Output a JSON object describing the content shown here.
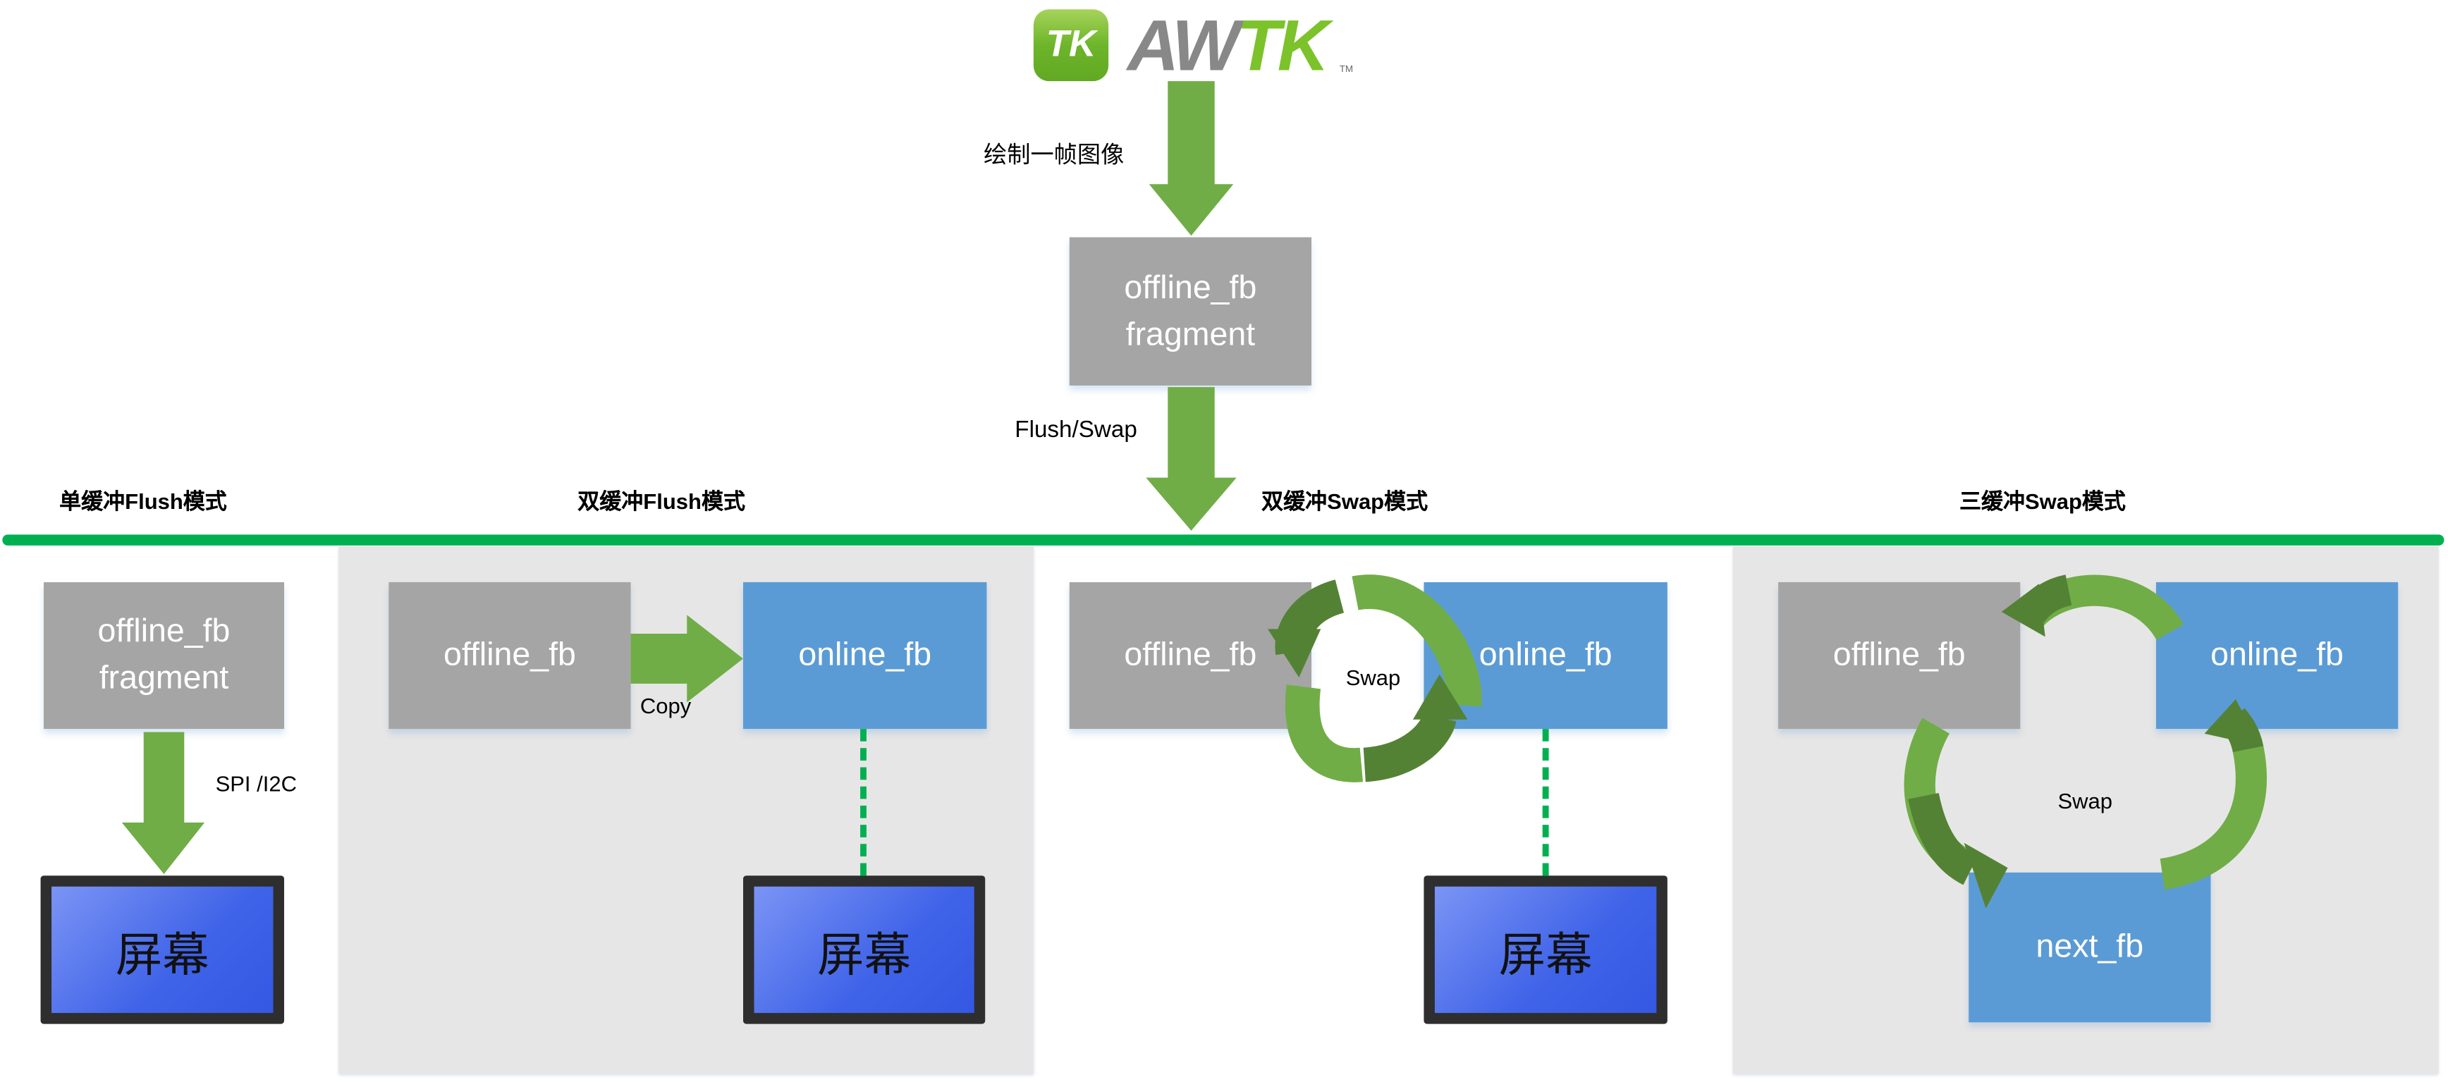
{
  "logo": {
    "icon_text": "TK",
    "brand": "AWTK",
    "tm": "TM"
  },
  "top": {
    "draw_label": "绘制一帧图像",
    "fragment_box": [
      "offline_fb",
      "fragment"
    ],
    "flush_label": "Flush/Swap"
  },
  "sections": [
    {
      "title": "单缓冲Flush模式",
      "box": [
        "offline_fb",
        "fragment"
      ],
      "link_label": "SPI /I2C",
      "screen": "屏幕"
    },
    {
      "title": "双缓冲Flush模式",
      "offline": "offline_fb",
      "online": "online_fb",
      "link_label": "Copy",
      "screen": "屏幕"
    },
    {
      "title": "双缓冲Swap模式",
      "offline": "offline_fb",
      "online": "online_fb",
      "link_label": "Swap",
      "screen": "屏幕"
    },
    {
      "title": "三缓冲Swap模式",
      "offline": "offline_fb",
      "online": "online_fb",
      "next": "next_fb",
      "link_label": "Swap"
    }
  ],
  "colors": {
    "arrow": "#70ad47",
    "arrow_dark": "#548235",
    "line": "#00b050",
    "gray_box": "#a5a5a5",
    "blue_box": "#5b9bd5",
    "panel": "#e7e6e6"
  }
}
